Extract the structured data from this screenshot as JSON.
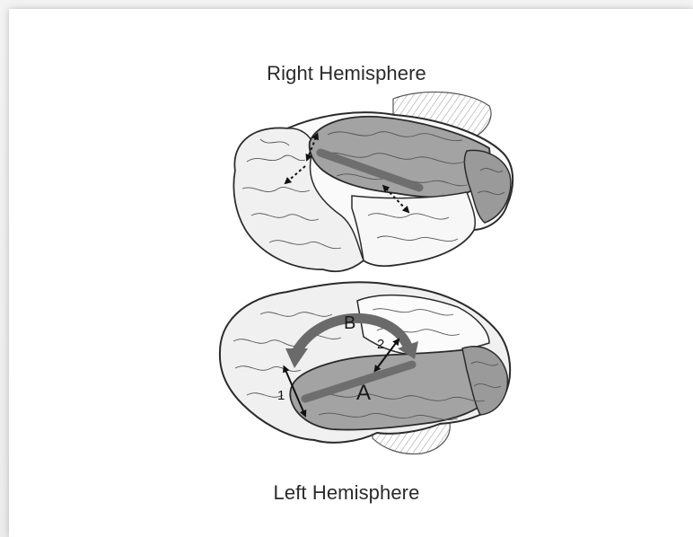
{
  "diagram": {
    "titles": {
      "top": "Right Hemisphere",
      "bottom": "Left Hemisphere"
    },
    "labels": {
      "a": "A",
      "b": "B",
      "one": "1",
      "two": "2"
    },
    "colors": {
      "background": "#ffffff",
      "lobe_gray": "#a3a3a3",
      "light_region": "#f4f4f4",
      "light_gray_region": "#c8c8c8",
      "dark_bar": "#6e6e6e",
      "outline": "#2b2b2b"
    }
  }
}
